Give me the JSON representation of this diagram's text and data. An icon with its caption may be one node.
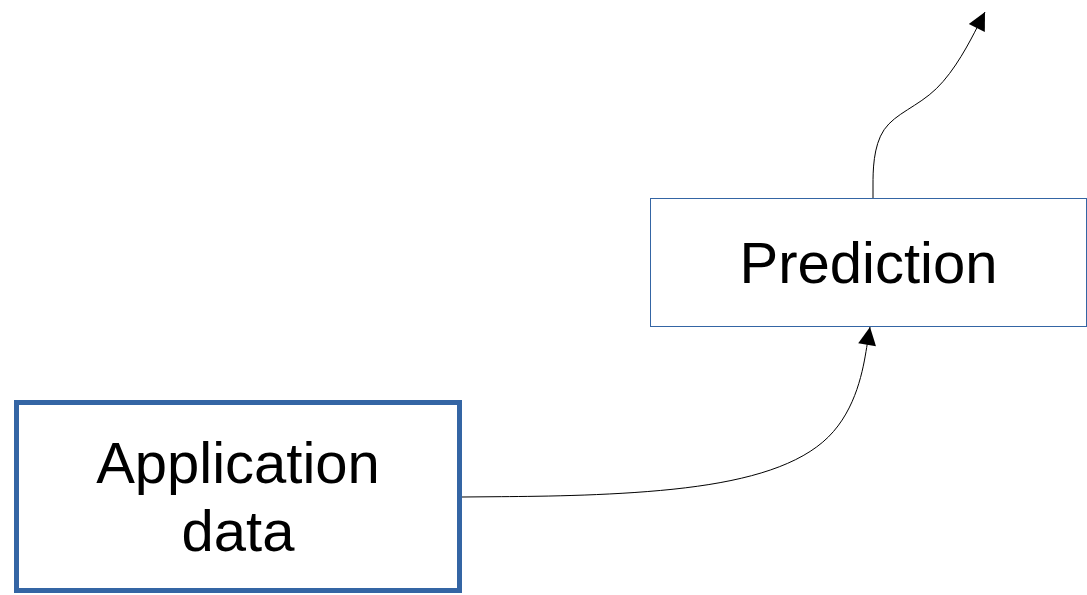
{
  "diagram": {
    "nodes": [
      {
        "text": [
          "Application data"
        ]
      },
      {
        "text": [
          "Prediction"
        ]
      }
    ],
    "edges": [
      {
        "from": 0,
        "to": 1,
        "arrow": "to"
      },
      {
        "from": 1,
        "to": null,
        "arrow": "to"
      }
    ]
  }
}
